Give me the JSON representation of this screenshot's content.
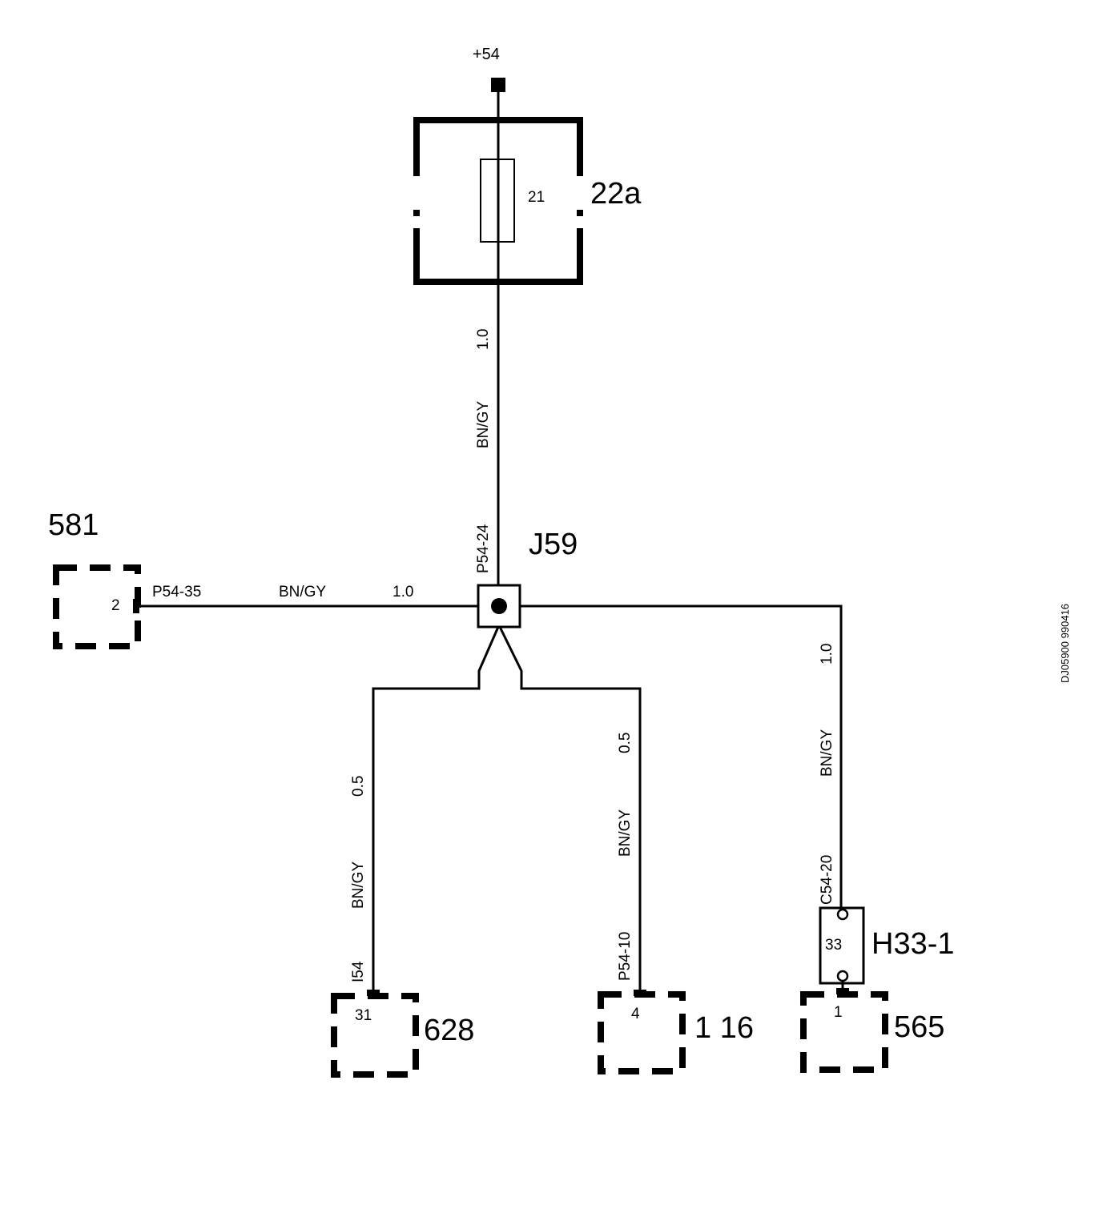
{
  "supply": {
    "label": "+54"
  },
  "fuse_box": {
    "id": "22a",
    "fuse_number": "21"
  },
  "main_wire": {
    "size": "1.0",
    "color": "BN/GY",
    "pin": "P54-24"
  },
  "junction": {
    "id": "J59"
  },
  "left_branch": {
    "component": "581",
    "pin_number": "2",
    "connector": "P54-35",
    "color": "BN/GY",
    "size": "1.0"
  },
  "branch_628": {
    "component": "628",
    "pin_number": "31",
    "connector": "I54",
    "color": "BN/GY",
    "size": "0.5"
  },
  "branch_116": {
    "component": "1 16",
    "pin_number": "4",
    "connector": "P54-10",
    "color": "BN/GY",
    "size": "0.5"
  },
  "branch_565": {
    "component": "565",
    "pin_number": "1",
    "connector": "C54-20",
    "color": "BN/GY",
    "size": "1.0",
    "plug": {
      "id": "H33-1",
      "pin_number": "33"
    }
  },
  "document_code": "DJ05900 990416",
  "colors": {
    "ink": "#000000",
    "background": "#ffffff"
  }
}
